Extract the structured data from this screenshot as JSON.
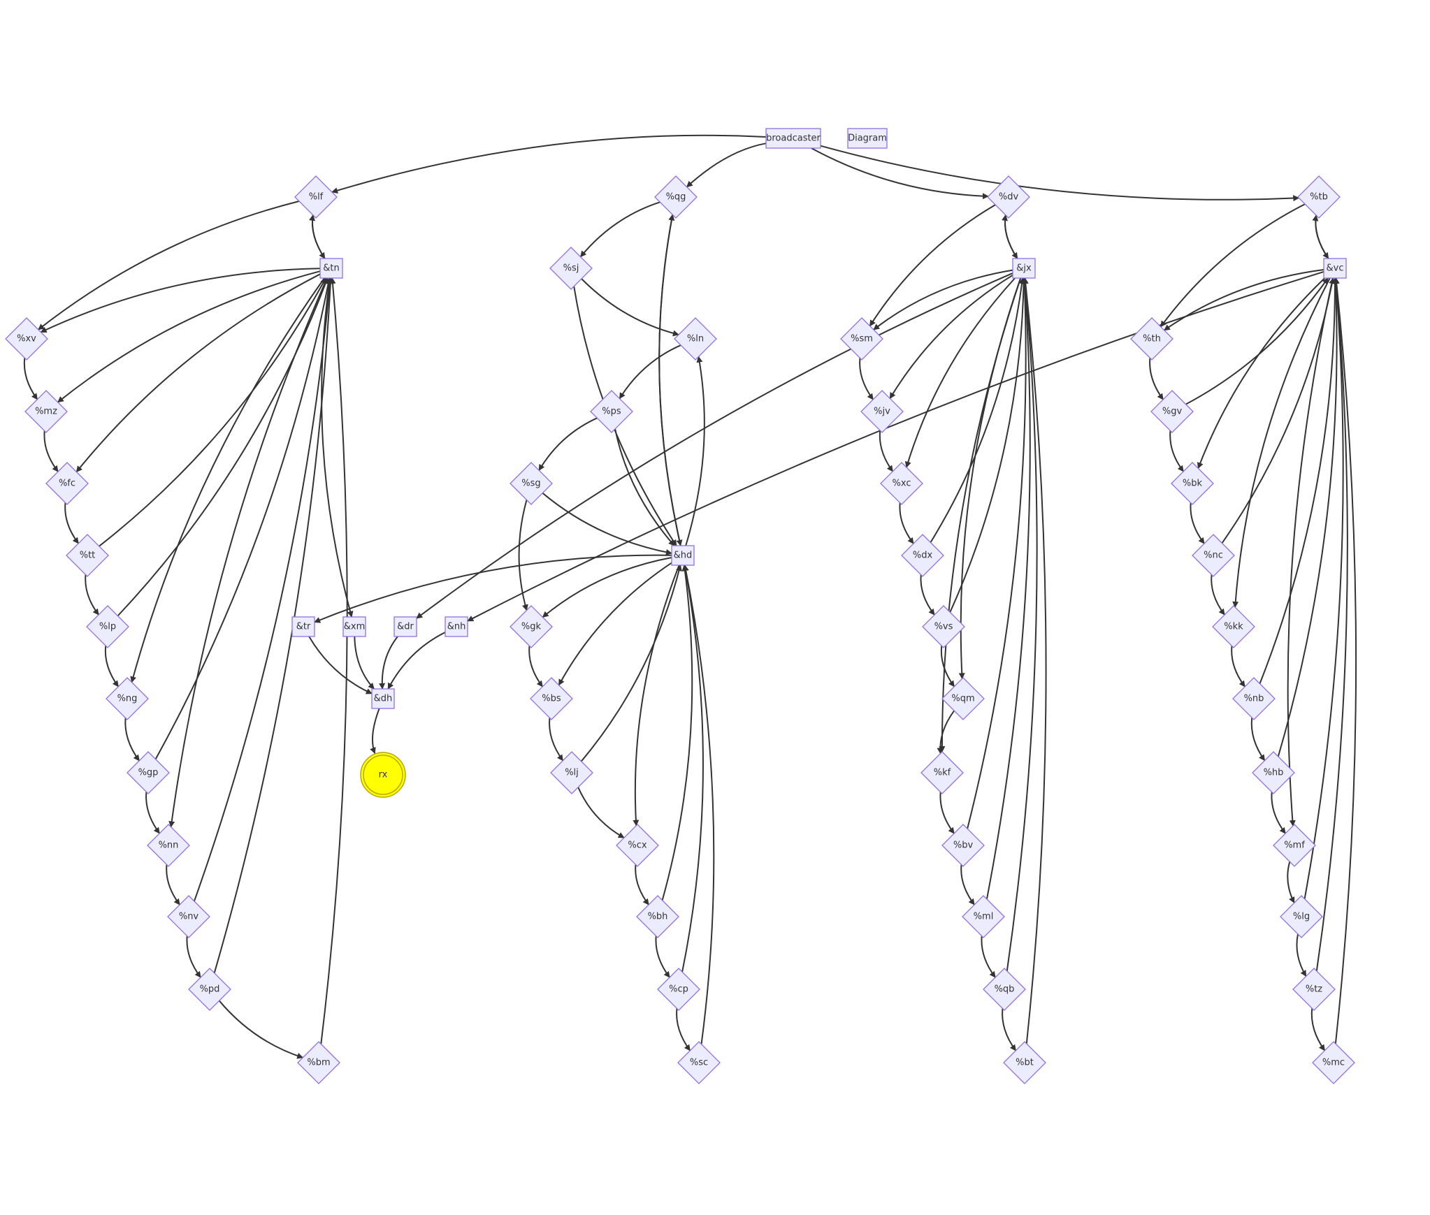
{
  "colors": {
    "node_fill": "#ececff",
    "node_stroke": "#9370db",
    "edge": "#333333",
    "terminal_fill": "#ffff00"
  },
  "nodes": [
    {
      "id": "broadcaster",
      "label": "broadcaster",
      "shape": "rect"
    },
    {
      "id": "diagram",
      "label": "Diagram",
      "shape": "rect"
    },
    {
      "id": "lf",
      "label": "%lf",
      "shape": "diamond"
    },
    {
      "id": "qg",
      "label": "%qg",
      "shape": "diamond"
    },
    {
      "id": "dv",
      "label": "%dv",
      "shape": "diamond"
    },
    {
      "id": "tb",
      "label": "%tb",
      "shape": "diamond"
    },
    {
      "id": "tn",
      "label": "&tn",
      "shape": "rect"
    },
    {
      "id": "sj",
      "label": "%sj",
      "shape": "diamond"
    },
    {
      "id": "jx",
      "label": "&jx",
      "shape": "rect"
    },
    {
      "id": "vc",
      "label": "&vc",
      "shape": "rect"
    },
    {
      "id": "xv",
      "label": "%xv",
      "shape": "diamond"
    },
    {
      "id": "ln",
      "label": "%ln",
      "shape": "diamond"
    },
    {
      "id": "sm",
      "label": "%sm",
      "shape": "diamond"
    },
    {
      "id": "th",
      "label": "%th",
      "shape": "diamond"
    },
    {
      "id": "mz",
      "label": "%mz",
      "shape": "diamond"
    },
    {
      "id": "ps",
      "label": "%ps",
      "shape": "diamond"
    },
    {
      "id": "jv",
      "label": "%jv",
      "shape": "diamond"
    },
    {
      "id": "gv",
      "label": "%gv",
      "shape": "diamond"
    },
    {
      "id": "fc",
      "label": "%fc",
      "shape": "diamond"
    },
    {
      "id": "sg",
      "label": "%sg",
      "shape": "diamond"
    },
    {
      "id": "xc",
      "label": "%xc",
      "shape": "diamond"
    },
    {
      "id": "bk",
      "label": "%bk",
      "shape": "diamond"
    },
    {
      "id": "tt",
      "label": "%tt",
      "shape": "diamond"
    },
    {
      "id": "hd",
      "label": "&hd",
      "shape": "rect"
    },
    {
      "id": "dx",
      "label": "%dx",
      "shape": "diamond"
    },
    {
      "id": "nc",
      "label": "%nc",
      "shape": "diamond"
    },
    {
      "id": "lp",
      "label": "%lp",
      "shape": "diamond"
    },
    {
      "id": "tr",
      "label": "&tr",
      "shape": "rect"
    },
    {
      "id": "xm",
      "label": "&xm",
      "shape": "rect"
    },
    {
      "id": "dr",
      "label": "&dr",
      "shape": "rect"
    },
    {
      "id": "nh",
      "label": "&nh",
      "shape": "rect"
    },
    {
      "id": "gk",
      "label": "%gk",
      "shape": "diamond"
    },
    {
      "id": "vs",
      "label": "%vs",
      "shape": "diamond"
    },
    {
      "id": "kk",
      "label": "%kk",
      "shape": "diamond"
    },
    {
      "id": "ng",
      "label": "%ng",
      "shape": "diamond"
    },
    {
      "id": "dh",
      "label": "&dh",
      "shape": "rect"
    },
    {
      "id": "bs",
      "label": "%bs",
      "shape": "diamond"
    },
    {
      "id": "qm",
      "label": "%qm",
      "shape": "diamond"
    },
    {
      "id": "nb",
      "label": "%nb",
      "shape": "diamond"
    },
    {
      "id": "gp",
      "label": "%gp",
      "shape": "diamond"
    },
    {
      "id": "rx",
      "label": "rx",
      "shape": "circle"
    },
    {
      "id": "lj",
      "label": "%lj",
      "shape": "diamond"
    },
    {
      "id": "kf",
      "label": "%kf",
      "shape": "diamond"
    },
    {
      "id": "hb",
      "label": "%hb",
      "shape": "diamond"
    },
    {
      "id": "nn",
      "label": "%nn",
      "shape": "diamond"
    },
    {
      "id": "cx",
      "label": "%cx",
      "shape": "diamond"
    },
    {
      "id": "bv",
      "label": "%bv",
      "shape": "diamond"
    },
    {
      "id": "mf",
      "label": "%mf",
      "shape": "diamond"
    },
    {
      "id": "nv",
      "label": "%nv",
      "shape": "diamond"
    },
    {
      "id": "bh",
      "label": "%bh",
      "shape": "diamond"
    },
    {
      "id": "ml",
      "label": "%ml",
      "shape": "diamond"
    },
    {
      "id": "lg",
      "label": "%lg",
      "shape": "diamond"
    },
    {
      "id": "pd",
      "label": "%pd",
      "shape": "diamond"
    },
    {
      "id": "cp",
      "label": "%cp",
      "shape": "diamond"
    },
    {
      "id": "qb",
      "label": "%qb",
      "shape": "diamond"
    },
    {
      "id": "tz",
      "label": "%tz",
      "shape": "diamond"
    },
    {
      "id": "bm",
      "label": "%bm",
      "shape": "diamond"
    },
    {
      "id": "sc",
      "label": "%sc",
      "shape": "diamond"
    },
    {
      "id": "bt",
      "label": "%bt",
      "shape": "diamond"
    },
    {
      "id": "mc",
      "label": "%mc",
      "shape": "diamond"
    }
  ],
  "edges": [
    [
      "broadcaster",
      "lf"
    ],
    [
      "broadcaster",
      "qg"
    ],
    [
      "broadcaster",
      "dv"
    ],
    [
      "broadcaster",
      "tb"
    ],
    [
      "lf",
      "tn"
    ],
    [
      "lf",
      "xv"
    ],
    [
      "tn",
      "lf"
    ],
    [
      "qg",
      "sj"
    ],
    [
      "qg",
      "hd"
    ],
    [
      "hd",
      "qg"
    ],
    [
      "dv",
      "jx"
    ],
    [
      "dv",
      "sm"
    ],
    [
      "jx",
      "dv"
    ],
    [
      "tb",
      "vc"
    ],
    [
      "tb",
      "th"
    ],
    [
      "vc",
      "tb"
    ],
    [
      "sj",
      "ln"
    ],
    [
      "sj",
      "hd"
    ],
    [
      "ln",
      "ps"
    ],
    [
      "hd",
      "ln"
    ],
    [
      "ps",
      "sg"
    ],
    [
      "ps",
      "hd"
    ],
    [
      "sg",
      "hd"
    ],
    [
      "sg",
      "gk"
    ],
    [
      "xv",
      "mz"
    ],
    [
      "mz",
      "fc"
    ],
    [
      "fc",
      "tt"
    ],
    [
      "tt",
      "lp"
    ],
    [
      "lp",
      "ng"
    ],
    [
      "ng",
      "gp"
    ],
    [
      "gp",
      "nn"
    ],
    [
      "nn",
      "nv"
    ],
    [
      "nv",
      "pd"
    ],
    [
      "pd",
      "bm"
    ],
    [
      "tn",
      "xv"
    ],
    [
      "tn",
      "mz"
    ],
    [
      "tn",
      "fc"
    ],
    [
      "tn",
      "ng"
    ],
    [
      "tn",
      "nn"
    ],
    [
      "tn",
      "xm"
    ],
    [
      "tt",
      "tn"
    ],
    [
      "lp",
      "tn"
    ],
    [
      "gp",
      "tn"
    ],
    [
      "nv",
      "tn"
    ],
    [
      "pd",
      "tn"
    ],
    [
      "bm",
      "tn"
    ],
    [
      "hd",
      "tr"
    ],
    [
      "hd",
      "gk"
    ],
    [
      "hd",
      "bs"
    ],
    [
      "hd",
      "cx"
    ],
    [
      "gk",
      "bs"
    ],
    [
      "bs",
      "lj"
    ],
    [
      "lj",
      "cx"
    ],
    [
      "cx",
      "bh"
    ],
    [
      "bh",
      "cp"
    ],
    [
      "cp",
      "sc"
    ],
    [
      "lj",
      "hd"
    ],
    [
      "bh",
      "hd"
    ],
    [
      "cp",
      "hd"
    ],
    [
      "sc",
      "hd"
    ],
    [
      "jx",
      "dr"
    ],
    [
      "jx",
      "sm"
    ],
    [
      "jx",
      "jv"
    ],
    [
      "jx",
      "xc"
    ],
    [
      "jx",
      "qm"
    ],
    [
      "jx",
      "kf"
    ],
    [
      "sm",
      "jv"
    ],
    [
      "jv",
      "xc"
    ],
    [
      "xc",
      "dx"
    ],
    [
      "dx",
      "vs"
    ],
    [
      "vs",
      "qm"
    ],
    [
      "qm",
      "kf"
    ],
    [
      "kf",
      "bv"
    ],
    [
      "bv",
      "ml"
    ],
    [
      "ml",
      "qb"
    ],
    [
      "qb",
      "bt"
    ],
    [
      "dx",
      "jx"
    ],
    [
      "vs",
      "jx"
    ],
    [
      "bv",
      "jx"
    ],
    [
      "ml",
      "jx"
    ],
    [
      "qb",
      "jx"
    ],
    [
      "bt",
      "jx"
    ],
    [
      "vc",
      "nh"
    ],
    [
      "vc",
      "th"
    ],
    [
      "vc",
      "bk"
    ],
    [
      "vc",
      "kk"
    ],
    [
      "vc",
      "mf"
    ],
    [
      "th",
      "gv"
    ],
    [
      "gv",
      "bk"
    ],
    [
      "bk",
      "nc"
    ],
    [
      "nc",
      "kk"
    ],
    [
      "kk",
      "nb"
    ],
    [
      "nb",
      "hb"
    ],
    [
      "hb",
      "mf"
    ],
    [
      "mf",
      "lg"
    ],
    [
      "lg",
      "tz"
    ],
    [
      "tz",
      "mc"
    ],
    [
      "gv",
      "vc"
    ],
    [
      "nc",
      "vc"
    ],
    [
      "nb",
      "vc"
    ],
    [
      "hb",
      "vc"
    ],
    [
      "lg",
      "vc"
    ],
    [
      "tz",
      "vc"
    ],
    [
      "mc",
      "vc"
    ],
    [
      "tr",
      "dh"
    ],
    [
      "xm",
      "dh"
    ],
    [
      "dr",
      "dh"
    ],
    [
      "nh",
      "dh"
    ],
    [
      "dh",
      "rx"
    ]
  ]
}
